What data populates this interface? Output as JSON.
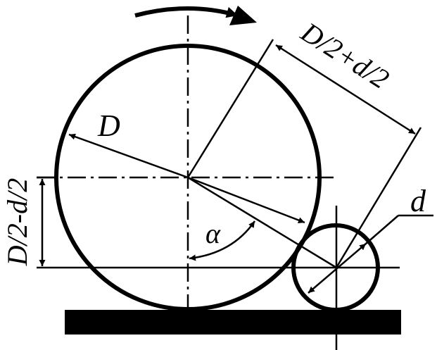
{
  "labels": {
    "big_diameter": "D",
    "small_diameter": "d",
    "angle": "α",
    "upper_dimension": "D/2+d/2",
    "left_dimension": "D/2-d/2"
  },
  "colors": {
    "ink": "#000000",
    "background": "#ffffff"
  },
  "icons": {
    "rotation": "curved-arrow-icon"
  }
}
